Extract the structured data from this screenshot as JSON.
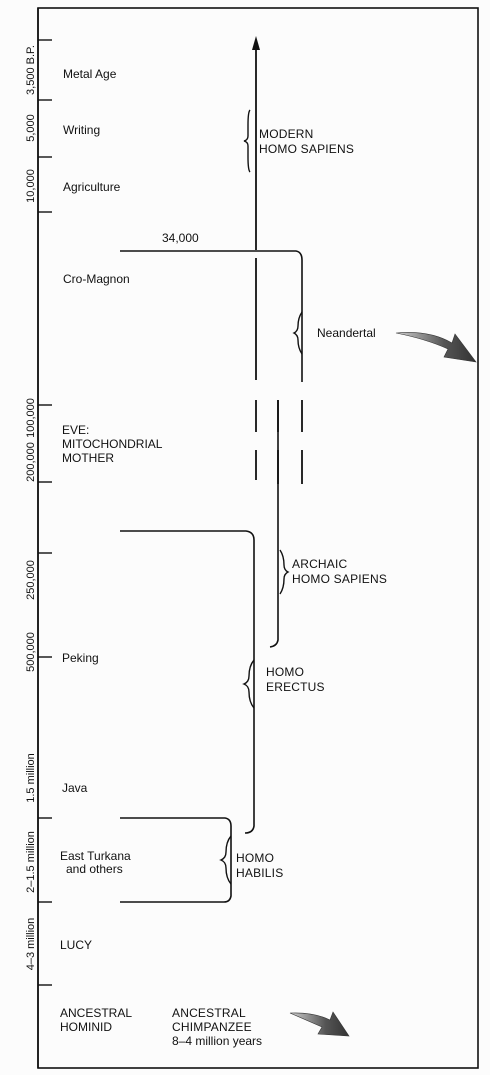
{
  "time_axis": [
    {
      "key": "t1",
      "text": "3,500 B.P."
    },
    {
      "key": "t2",
      "text": "5,000"
    },
    {
      "key": "t3",
      "text": "10,000"
    },
    {
      "key": "t4",
      "text": "100,000"
    },
    {
      "key": "t5",
      "text": "200,000"
    },
    {
      "key": "t6",
      "text": "250,000"
    },
    {
      "key": "t7",
      "text": "500,000"
    },
    {
      "key": "t8",
      "text": "1.5 million"
    },
    {
      "key": "t9",
      "text": "2–1.5 million"
    },
    {
      "key": "t10",
      "text": "4–3 million"
    }
  ],
  "events": {
    "metal_age": "Metal Age",
    "writing": "Writing",
    "agriculture": "Agriculture",
    "cro_magnon": "Cro-Magnon",
    "eve": [
      "EVE:",
      "MITOCHONDRIAL",
      "MOTHER"
    ],
    "peking": "Peking",
    "java": "Java",
    "east_turkana": [
      "East Turkana",
      "and others"
    ],
    "lucy": "LUCY",
    "ancestral_hominid": [
      "ANCESTRAL",
      "HOMINID"
    ]
  },
  "lineages": {
    "modern_homo_sapiens": [
      "MODERN",
      "HOMO SAPIENS"
    ],
    "neandertal": "Neandertal",
    "neandertal_end": "34,000",
    "archaic_homo_sapiens": [
      "ARCHAIC",
      "HOMO SAPIENS"
    ],
    "homo_erectus": [
      "HOMO",
      "ERECTUS"
    ],
    "homo_habilis": [
      "HOMO",
      "HABILIS"
    ],
    "ancestral_chimpanzee": [
      "ANCESTRAL",
      "CHIMPANZEE",
      "8–4 million years"
    ]
  },
  "colors": {
    "ink": "#111111",
    "arrow_fill": "#444444"
  }
}
